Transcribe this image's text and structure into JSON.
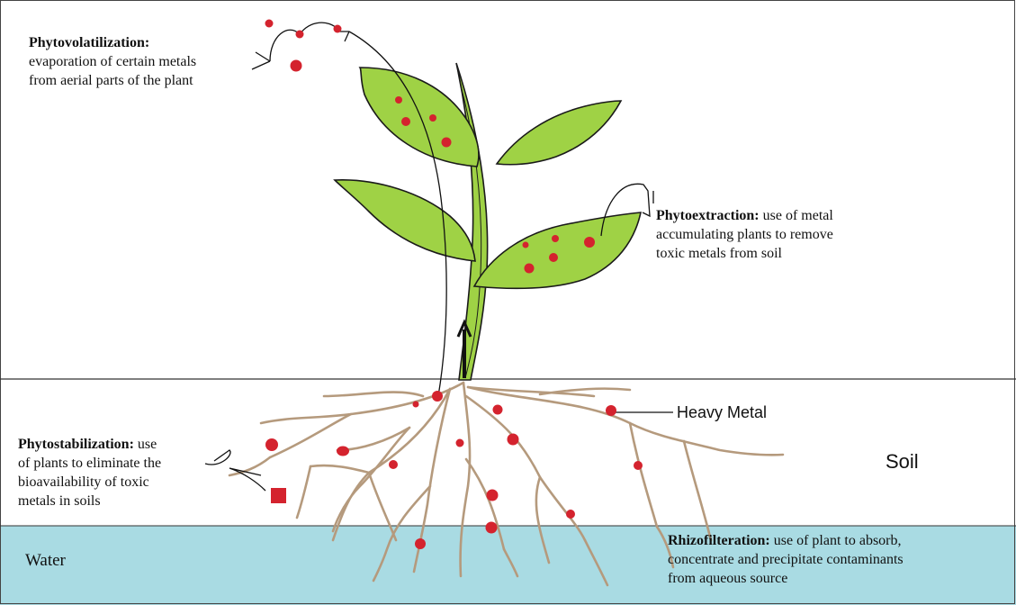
{
  "colors": {
    "sky": "#ffffff",
    "soil": "#ffffff",
    "water": "#a9dbe3",
    "leaf": "#9fd245",
    "stem": "#9fd245",
    "root": "#b59a7d",
    "metal": "#d4232e",
    "outline": "#1a1a1a"
  },
  "annotations": {
    "phytovolatilization": {
      "term": "Phytovolatilization:",
      "line1": "evaporation of certain metals",
      "line2": "from aerial parts of the plant"
    },
    "phytoextraction": {
      "term": "Phytoextraction:",
      "line1_rest": " use of metal",
      "line2": "accumulating plants to remove",
      "line3": "toxic metals from soil"
    },
    "phytostabilization": {
      "term": "Phytostabilization:",
      "line1_rest": " use",
      "line2": "of plants to eliminate the",
      "line3": "bioavailability of toxic",
      "line4": "metals in soils"
    },
    "rhizofilteration": {
      "term": "Rhizofilteration:",
      "line1_rest": " use of plant to absorb,",
      "line2": "concentrate and precipitate contaminants",
      "line3": "from aqueous source"
    }
  },
  "labels": {
    "heavy_metal": "Heavy Metal",
    "soil": "Soil",
    "water": "Water"
  },
  "icons": {
    "metal_particle": "red-dot",
    "up_arrow": "black-arrow-up"
  }
}
